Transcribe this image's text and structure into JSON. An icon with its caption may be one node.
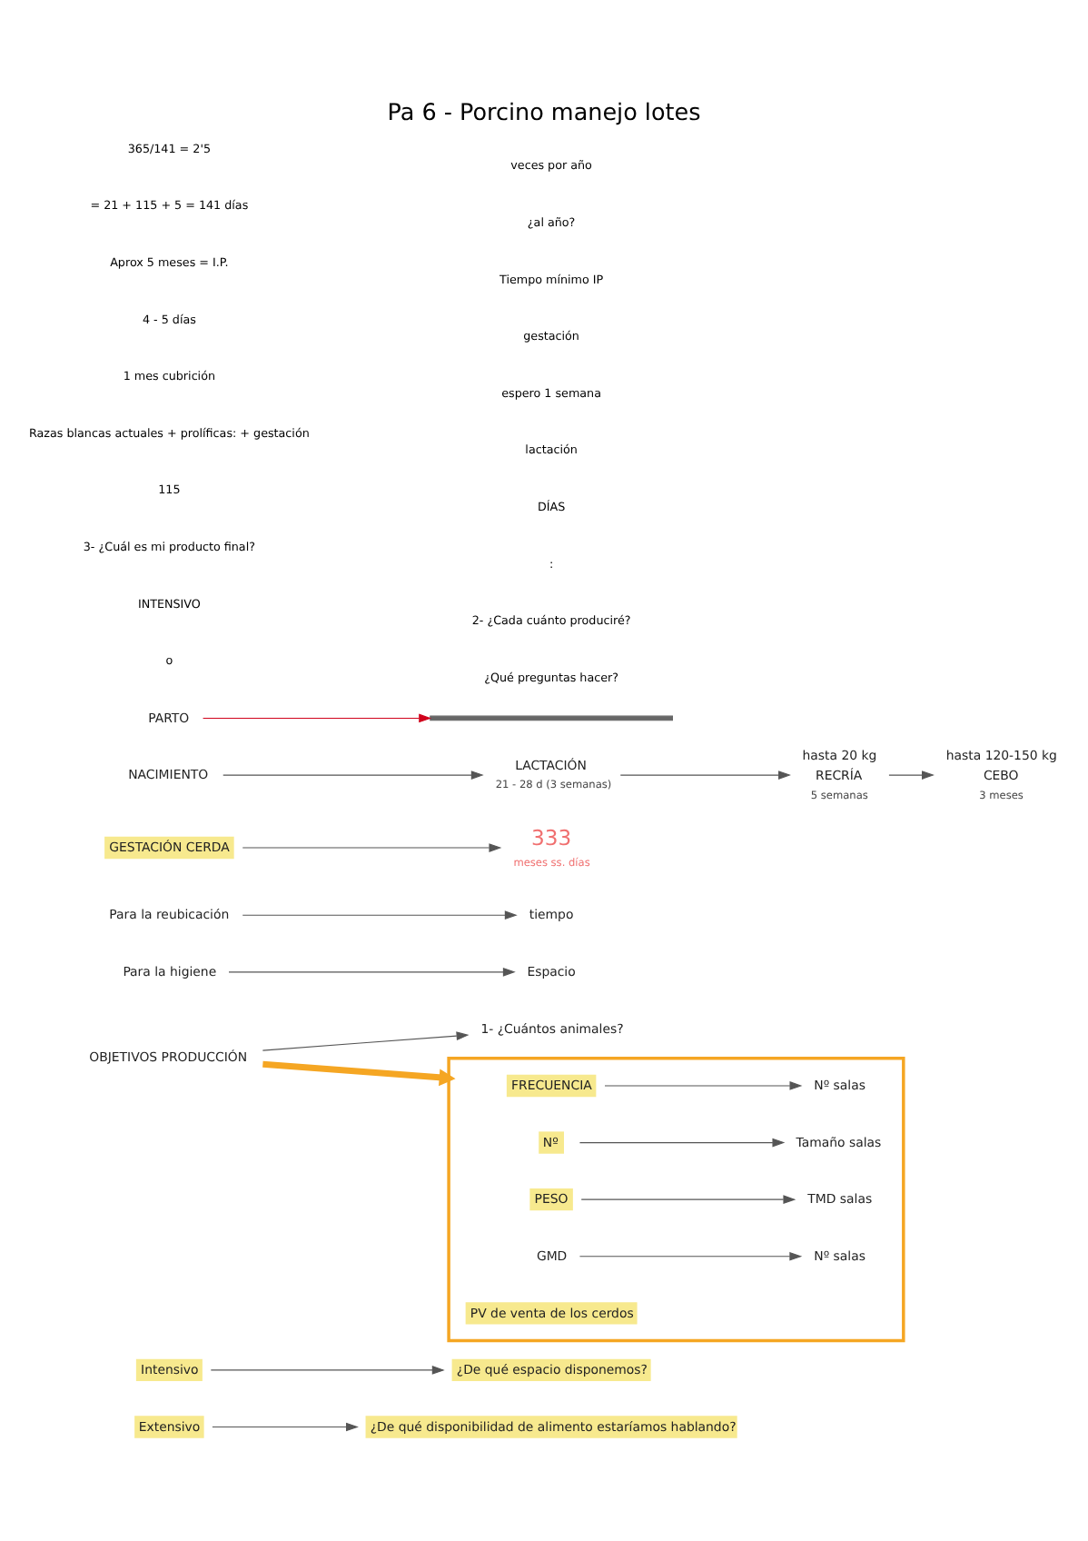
{
  "diagram": {
    "title": "Pa 6 - Porcino manejo lotes",
    "nodes": [
      {
        "text": [
          "Extensivo"
        ]
      },
      {
        "text": [
          "Intensivo"
        ]
      },
      {
        "text": [
          "¿De qué espacio disponemos?"
        ]
      },
      {
        "text": [
          "¿De qué disponibilidad de alimento estaríamos hablando?"
        ]
      },
      {
        "text": [
          "OBJETIVOS PRODUCCIÓN"
        ]
      },
      {
        "text": [
          "1- ¿Cuántos animales?"
        ]
      },
      {
        "text": [],
        "shape": "box"
      },
      {
        "text": [
          "FRECUENCIA"
        ],
        "in": 6
      },
      {
        "text": [
          "Nº salas"
        ],
        "in": 6
      },
      {
        "text": [
          "Nº"
        ],
        "in": 6
      },
      {
        "text": [
          "Tamaño salas"
        ],
        "in": 6
      },
      {
        "text": [
          "PESO"
        ],
        "in": 6
      },
      {
        "text": [
          "TMD salas"
        ],
        "in": 6
      },
      {
        "text": [
          "GMD"
        ],
        "in": 6
      },
      {
        "text": [
          "Nº salas"
        ],
        "in": 6
      },
      {
        "text": [
          "PV de venta de los cerdos"
        ],
        "in": 6
      },
      {
        "text": [
          "Para la higiene"
        ]
      },
      {
        "text": [
          "Espacio"
        ]
      },
      {
        "text": [
          "Para la reubicación"
        ]
      },
      {
        "text": [
          "tiempo"
        ]
      },
      {
        "text": [
          "GESTACIÓN CERDA"
        ]
      },
      {
        "text": [
          "333"
        ],
        "beside": [
          "meses",
          "ss.",
          "días"
        ]
      },
      {
        "text": [
          "NACIMIENTO"
        ]
      },
      {
        "text": [
          "LACTACIÓN"
        ],
        "beside": [
          "21 - 28 d",
          "(3 semanas)"
        ]
      },
      {
        "text": [
          "hasta 20 kg",
          "RECRÍA"
        ],
        "beside": [
          "5 semanas"
        ]
      },
      {
        "text": [
          "hasta 120-150 kg",
          "CEBO"
        ],
        "beside": [
          "3 meses"
        ]
      },
      {
        "text": [
          "PARTO"
        ]
      },
      {
        "text": [],
        "shape": "bar"
      }
    ],
    "edges": [
      {
        "from": 1,
        "to": 2,
        "arrow": "to"
      },
      {
        "from": 0,
        "to": 3,
        "arrow": "to"
      },
      {
        "from": 4,
        "to": 5,
        "arrow": "to"
      },
      {
        "from": 4,
        "to": 6,
        "arrow": "to",
        "style": "thick",
        "color": "#f5a623"
      },
      {
        "from": 7,
        "to": 8,
        "arrow": "to"
      },
      {
        "from": 9,
        "to": 10,
        "arrow": "to"
      },
      {
        "from": 11,
        "to": 12,
        "arrow": "to"
      },
      {
        "from": 13,
        "to": 14,
        "arrow": "to"
      },
      {
        "from": 16,
        "to": 17,
        "arrow": "to"
      },
      {
        "from": 18,
        "to": 19,
        "arrow": "to"
      },
      {
        "from": 20,
        "to": 21,
        "arrow": "to"
      },
      {
        "from": 22,
        "to": 23,
        "arrow": "to"
      },
      {
        "from": 23,
        "to": 24,
        "arrow": "to"
      },
      {
        "from": 24,
        "to": 25,
        "arrow": "to"
      },
      {
        "from": 26,
        "to": 27,
        "arrow": "to",
        "color": "#d0021b"
      }
    ],
    "labels": [
      "o",
      "¿Qué preguntas hacer?",
      "INTENSIVO",
      "2- ¿Cada cuánto produciré?",
      "3- ¿Cuál es mi producto final?",
      ":",
      "115",
      "DÍAS",
      "Razas blancas actuales + prolíficas: + gestación",
      "lactación",
      "1 mes cubrición",
      "espero 1 semana",
      "4 - 5 días",
      "gestación",
      "Aprox 5 meses = I.P.",
      "Tiempo mínimo IP",
      "= 21 + 115 + 5 = 141 días",
      "¿al año?",
      "365/141 = 2'5",
      "veces por año"
    ]
  }
}
